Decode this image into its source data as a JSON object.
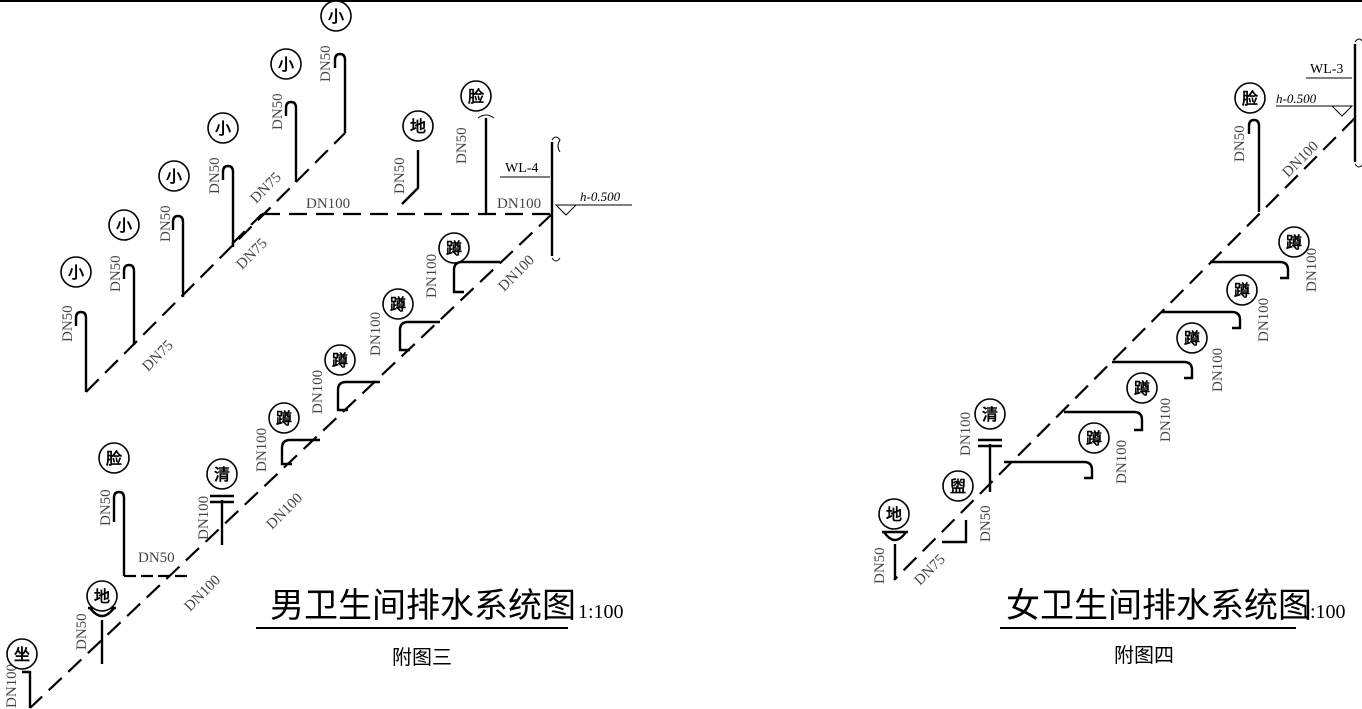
{
  "labels": {
    "DN50": "DN50",
    "DN75": "DN75",
    "DN100": "DN100",
    "riser_left": "WL-4",
    "riser_right": "WL-3",
    "elevation": "h-0.500"
  },
  "fixtures": {
    "urinal": "小",
    "basin": "脸",
    "floor_drain": "地",
    "squat": "蹲",
    "cleanout": "清",
    "toilet": "坐",
    "mop_sink": "盥"
  },
  "left_diagram": {
    "title": "男卫生间排水系统图",
    "scale": "1:100",
    "subtitle": "附图三"
  },
  "right_diagram": {
    "title": "女卫生间排水系统图",
    "scale": "1:100",
    "subtitle": "附图四"
  }
}
